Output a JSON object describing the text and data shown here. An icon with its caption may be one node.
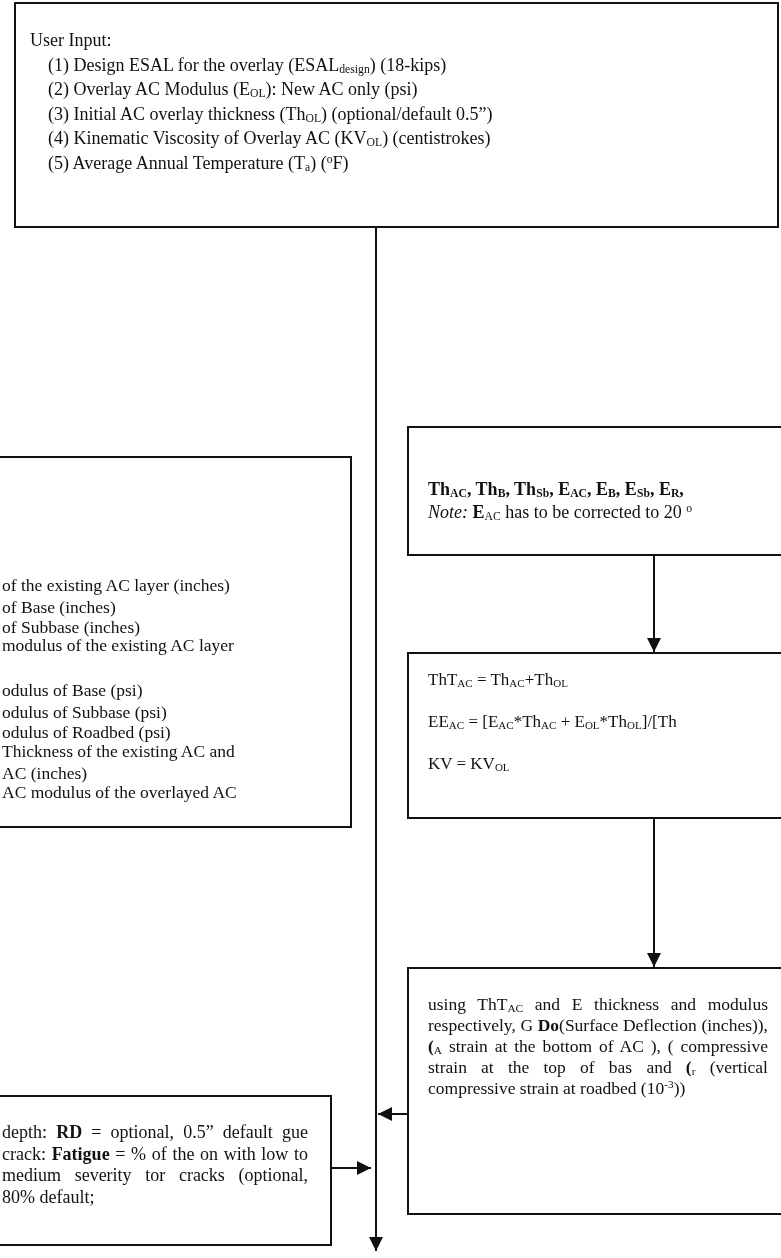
{
  "diagram": {
    "nodes": [
      {
        "text": [
          "User Input:",
          "(1) Design ESAL for the overlay (ESAL$_{design}$) (18-kips)",
          "(2) Overlay AC Modulus (E$_{OL}$): New AC only (psi)",
          "(3) Initial AC overlay thickness (Th$_{OL}$) (optional/default 0.5”)",
          "(4) Kinematic Viscosity of Overlay AC (KV$_{OL}$) (centistrokes)",
          "(5) Average Annual Temperature (T$_{a}$) ($^{o}$F)"
        ]
      },
      {
        "text": [
          "of the existing AC layer (inches)",
          "of Base (inches)",
          "of Subbase (inches)",
          "modulus of the existing AC layer",
          "odulus of Base (psi)",
          "odulus of Subbase (psi)",
          "odulus of Roadbed (psi)",
          "Thickness of the existing AC and",
          "AC (inches)",
          "AC modulus of the overlayed AC"
        ]
      },
      {
        "text": [
          "Th$_{AC}$, Th$_{B}$, Th$_{Sb}$, E$_{AC}$, E$_{B}$, E$_{Sb}$, E$_{R}$,",
          "*Note:* **E**$_{AC}$ has to be corrected to 20 $^{o}$"
        ]
      },
      {
        "text": [
          "ThT$_{AC}$ = Th$_{AC}$+Th$_{OL}$",
          "EE$_{AC}$ = [E$_{AC}$*Th$_{AC}$ + E$_{OL}$*Th$_{OL}$]/[Th",
          "KV = KV$_{OL}$"
        ]
      },
      {
        "text": [
          "using ThT$_{AC}$ and E thickness and modulus respectively, G **Do**(Surface Deflection (inches)), **(**$_{A}$ strain at the bottom of AC ), ( compressive strain at the top of bas and **(**$_{r}$ (vertical compressive strain at roadbed (10$^{-3}$))"
        ]
      },
      {
        "text": [
          "depth: **RD** = optional, 0.5” default gue crack: **Fatigue** = % of the on with low to medium severity tor cracks (optional, 80% default;"
        ]
      }
    ],
    "edges": [
      {
        "from": 0,
        "to": null,
        "arrow": "to"
      },
      {
        "from": 2,
        "to": 3,
        "arrow": "to"
      },
      {
        "from": 3,
        "to": 4,
        "arrow": "to"
      },
      {
        "from": 4,
        "to": null,
        "arrow": "to"
      },
      {
        "from": 5,
        "to": null,
        "arrow": "to"
      }
    ]
  }
}
